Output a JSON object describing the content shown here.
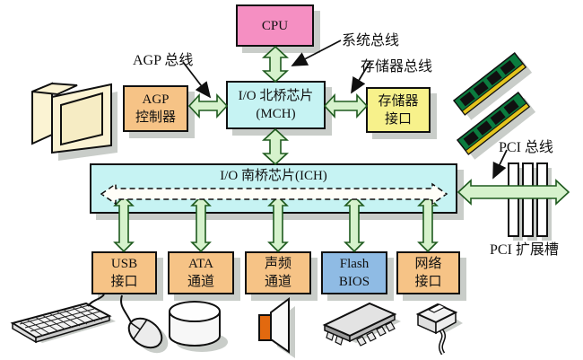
{
  "diagram": {
    "boxes": {
      "cpu": {
        "label": "CPU",
        "bg": "#F58FC2"
      },
      "agp_controller": {
        "line1": "AGP",
        "line2": "控制器",
        "bg": "#F6C386"
      },
      "north_bridge": {
        "line1": "I/O 北桥芯片",
        "line2": "(MCH)",
        "bg": "#C6F3F3"
      },
      "memory_interface": {
        "line1": "存储器",
        "line2": "接口",
        "bg": "#F7F18B"
      },
      "south_bridge": {
        "label": "I/O 南桥芯片(ICH)",
        "bg": "#C6F3F3"
      },
      "usb": {
        "line1": "USB",
        "line2": "接口",
        "bg": "#F6C386"
      },
      "ata": {
        "line1": "ATA",
        "line2": "通道",
        "bg": "#F6C386"
      },
      "audio": {
        "line1": "声频",
        "line2": "通道",
        "bg": "#F6C386"
      },
      "flash_bios": {
        "line1": "Flash",
        "line2": "BIOS",
        "bg": "#8FBBE4"
      },
      "network": {
        "line1": "网络",
        "line2": "接口",
        "bg": "#F6C386"
      }
    },
    "bus_labels": {
      "system_bus": "系统总线",
      "agp_bus": "AGP 总线",
      "memory_bus": "存储器总线",
      "pci_bus": "PCI 总线",
      "pci_slot": "PCI 扩展槽"
    },
    "icons": {
      "monitor": "monitor-icon",
      "memory_modules": "ram-modules-icon",
      "pci_slots": "pci-slots-icon",
      "keyboard": "keyboard-icon",
      "mouse": "mouse-icon",
      "disk": "disk-icon",
      "speaker": "speaker-icon",
      "flash_chip": "chip-icon",
      "network_plug": "rj45-icon"
    },
    "colors": {
      "arrow_fill": "#D6F2CC",
      "arrow_stroke": "#1E5A1E",
      "shadow": "#C9CDC9"
    }
  }
}
